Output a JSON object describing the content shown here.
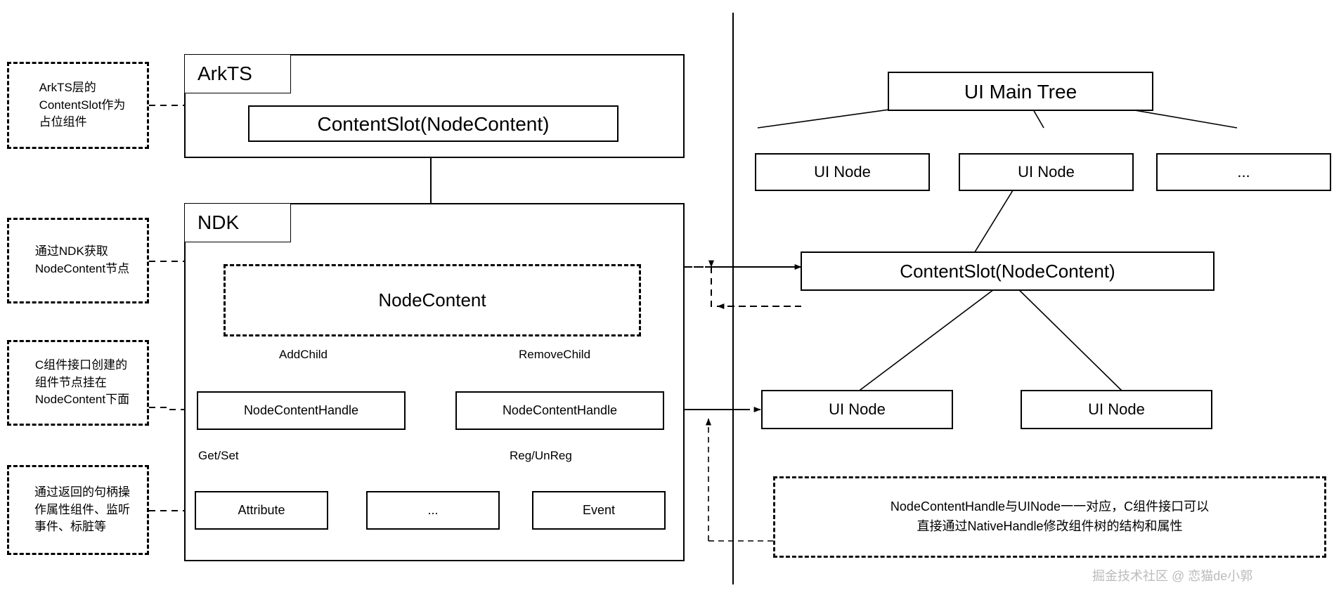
{
  "diagram": {
    "title": "ArkUI NDK NodeContent architecture",
    "watermark": "掘金技术社区 @ 恋猫de小郭",
    "colors": {
      "stroke": "#000000",
      "background": "#ffffff",
      "watermark": "#bbbbbb"
    }
  },
  "annotations": [
    {
      "id": "note-arkts",
      "lines": [
        "ArkTS层的",
        "ContentSlot作为",
        "占位组件"
      ]
    },
    {
      "id": "note-ndk",
      "lines": [
        "通过NDK获取",
        "NodeContent节点"
      ]
    },
    {
      "id": "note-cnode",
      "lines": [
        "C组件接口创建的",
        "组件节点挂在",
        "NodeContent下面"
      ]
    },
    {
      "id": "note-handle",
      "lines": [
        "通过返回的句柄操",
        "作属性组件、监听",
        "事件、标脏等"
      ]
    }
  ],
  "left": {
    "groups": [
      {
        "id": "arkts",
        "label": "ArkTS"
      },
      {
        "id": "ndk",
        "label": "NDK"
      }
    ],
    "arkts": {
      "content_slot": "ContentSlot(NodeContent)"
    },
    "ndk": {
      "node_content": "NodeContent",
      "edge_labels": {
        "add_child": "AddChild",
        "remove_child": "RemoveChild",
        "get_set": "Get/Set",
        "reg_unreg": "Reg/UnReg"
      },
      "handles": [
        {
          "id": "handle-left",
          "label": "NodeContentHandle"
        },
        {
          "id": "handle-right",
          "label": "NodeContentHandle"
        }
      ],
      "leaves": [
        {
          "id": "attribute",
          "label": "Attribute"
        },
        {
          "id": "ellipsis",
          "label": "..."
        },
        {
          "id": "event",
          "label": "Event"
        }
      ]
    }
  },
  "right": {
    "root": "UI Main Tree",
    "tier1": [
      {
        "id": "ui-node-1",
        "label": "UI Node"
      },
      {
        "id": "ui-node-2",
        "label": "UI Node"
      },
      {
        "id": "ui-node-more",
        "label": "..."
      }
    ],
    "content_slot": "ContentSlot(NodeContent)",
    "tier2": [
      {
        "id": "ui-node-3",
        "label": "UI Node"
      },
      {
        "id": "ui-node-4",
        "label": "UI Node"
      }
    ],
    "note": {
      "line1": "NodeContentHandle与UINode一一对应，C组件接口可以",
      "line2": "直接通过NativeHandle修改组件树的结构和属性"
    }
  }
}
